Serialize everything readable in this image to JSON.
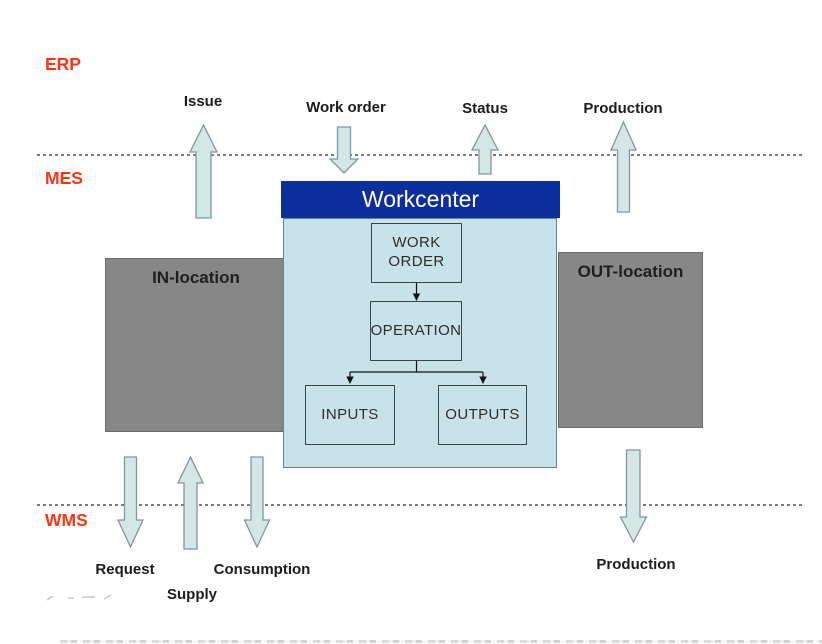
{
  "layers": {
    "erp_label": "ERP",
    "mes_label": "MES",
    "wms_label": "WMS"
  },
  "flow_labels": {
    "issue": "Issue",
    "work_order": "Work order",
    "status": "Status",
    "production_top": "Production",
    "request": "Request",
    "supply": "Supply",
    "consumption": "Consumption",
    "production_bottom": "Production"
  },
  "workcenter": {
    "title": "Workcenter",
    "work_order_box": "WORK\nORDER",
    "operation_box": "OPERATION",
    "inputs_box": "INPUTS",
    "outputs_box": "OUTPUTS"
  },
  "locations": {
    "in_label": "IN-location",
    "out_label": "OUT-location"
  },
  "colors": {
    "layer_label_red": "#ff3312",
    "header_blue": "#0d2f9e",
    "panel_light_blue": "#c7e2e8",
    "arrow_fill": "#d3e8e4",
    "arrow_stroke": "#7f96a3",
    "location_gray": "#878787"
  }
}
